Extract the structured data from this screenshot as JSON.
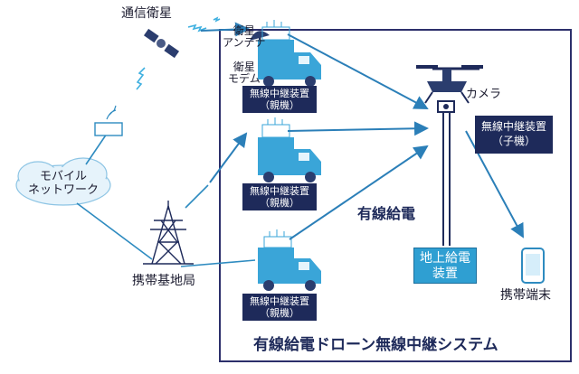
{
  "labels": {
    "satellite": "通信衛星",
    "sat_antenna": [
      "衛星",
      "アンテナ"
    ],
    "sat_modem": [
      "衛星",
      "モデム"
    ],
    "mobile_network": [
      "モバイル",
      "ネットワーク"
    ],
    "base_station": "携帯基地局",
    "camera": "カメラ",
    "wired_power": "有線給電",
    "ground_power": [
      "地上給電",
      "装置"
    ],
    "phone": "携帯端末",
    "system_title": "有線給電ドローン無線中継システム"
  },
  "relay_parent": [
    "無線中継装置",
    "（親機）"
  ],
  "relay_child": [
    "無線中継装置",
    "（子機）"
  ],
  "colors": {
    "arrow": "#2b7fb8",
    "link": "#2e8bc0",
    "box_dark": "#1e2a5a",
    "truck": "#3aa5d8",
    "ground_box": "#2f9fd2",
    "frame": "#2c2f6b"
  }
}
